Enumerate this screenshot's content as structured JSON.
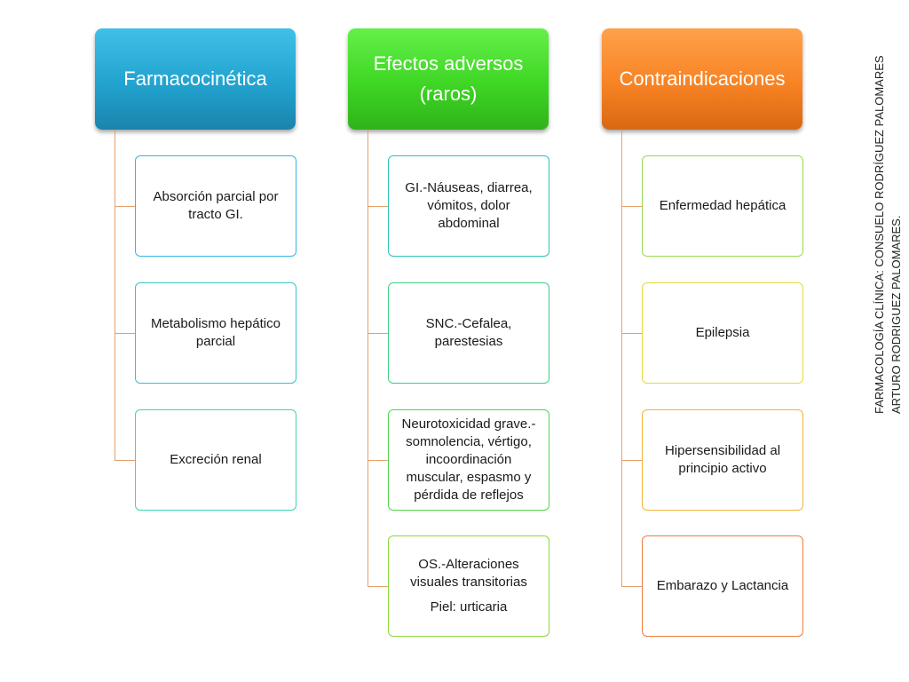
{
  "columns": [
    {
      "header": [
        "Farmacocinética"
      ],
      "color": "#1fa0cc",
      "border_colors": [
        "#35b6e0",
        "#38c2c8",
        "#3fd4b0"
      ],
      "items": [
        [
          "Absorción parcial por tracto GI."
        ],
        [
          "Metabolismo hepático parcial"
        ],
        [
          "Excreción renal"
        ]
      ]
    },
    {
      "header": [
        "Efectos adversos",
        "(raros)"
      ],
      "color": "#3fd624",
      "border_colors": [
        "#28c4b8",
        "#3ccf86",
        "#4fd64e",
        "#8bd83a"
      ],
      "items": [
        [
          "GI.-Náuseas, diarrea, vómitos, dolor abdominal"
        ],
        [
          "SNC.-Cefalea, parestesias"
        ],
        [
          "Neurotoxicidad grave.-somnolencia, vértigo, incoordinación muscular, espasmo y pérdida de reflejos"
        ],
        [
          "OS.-Alteraciones visuales transitorias",
          "Piel: urticaria"
        ]
      ]
    },
    {
      "header": [
        "Contraindicaciones"
      ],
      "color": "#f78324",
      "border_colors": [
        "#9ad850",
        "#e8d83a",
        "#f2b33a",
        "#f07b3a"
      ],
      "items": [
        [
          "Enfermedad hepática"
        ],
        [
          "Epilepsia"
        ],
        [
          "Hipersensibilidad al principio activo"
        ],
        [
          "Embarazo y Lactancia"
        ]
      ]
    }
  ],
  "side_note": [
    "FARMACOLOGÍA CLÍNICA: CONSUELO RODRÍGUEZ PALOMARES",
    "ARTURO RODRIGUEZ PALOMARES."
  ]
}
